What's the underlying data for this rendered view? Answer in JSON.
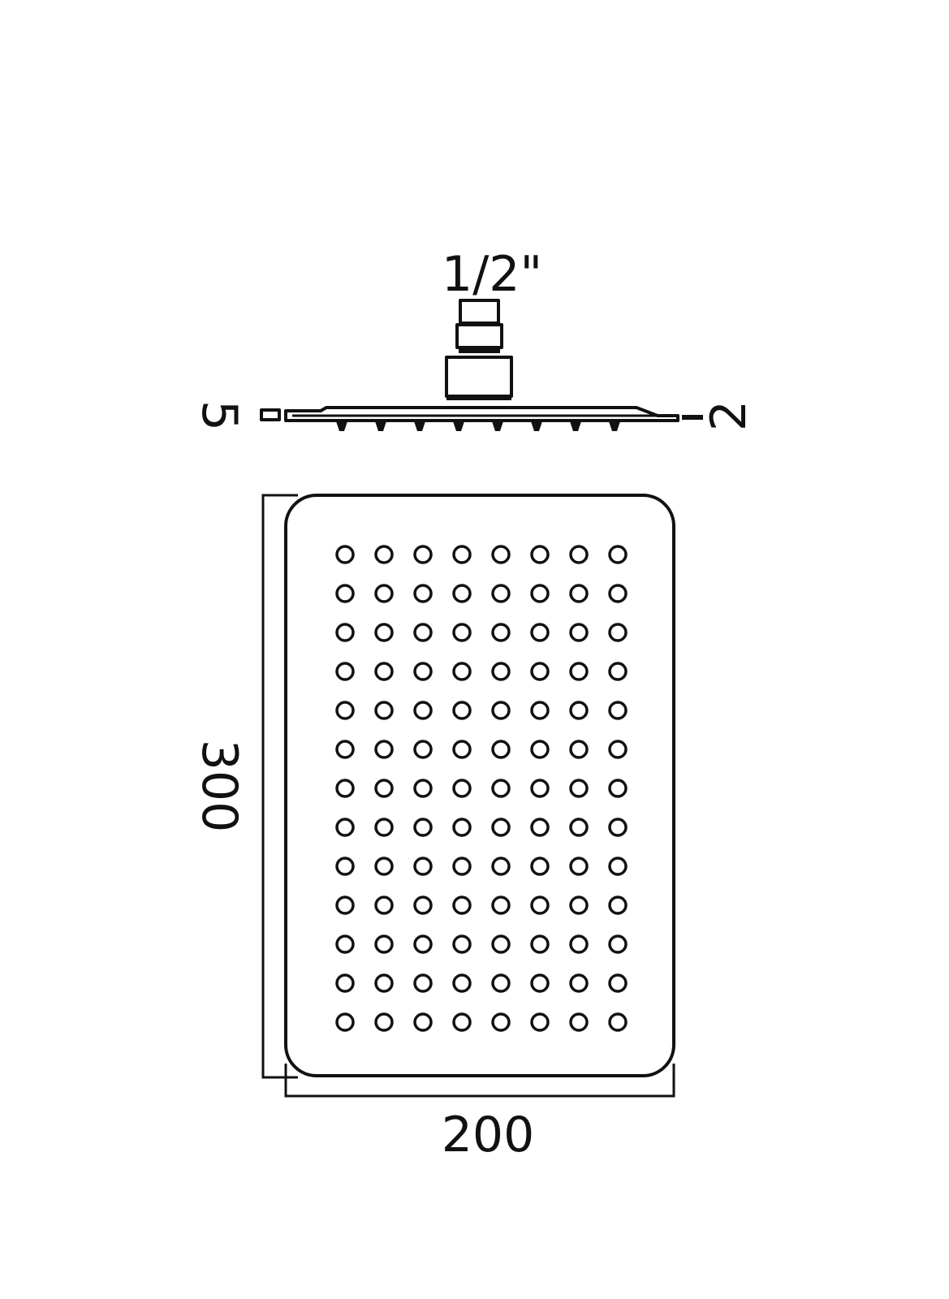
{
  "dimensions": {
    "thread_size": "1/2\"",
    "left_thickness": "5",
    "right_thickness": "2",
    "height": "300",
    "width": "200"
  },
  "nozzle_grid": {
    "rows": 13,
    "columns": 8
  },
  "colors": {
    "line": "#111111",
    "background": "#ffffff"
  }
}
